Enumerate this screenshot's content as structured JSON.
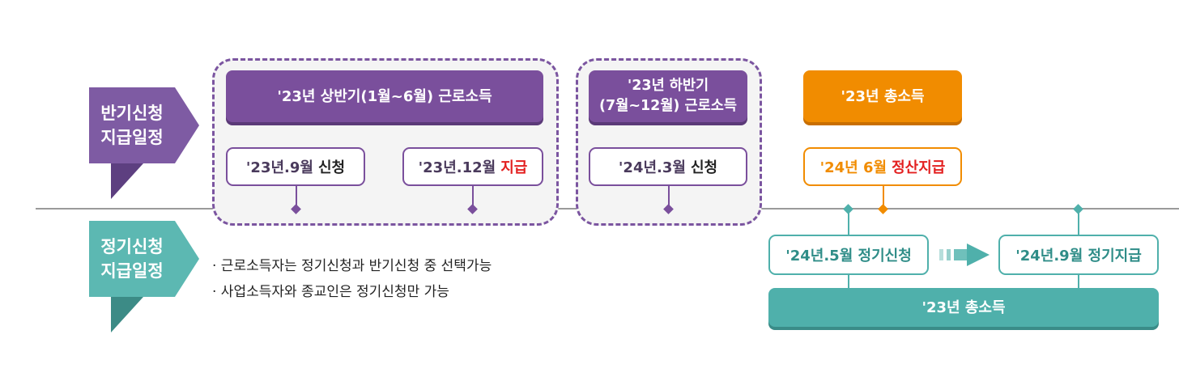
{
  "sections": {
    "half_year": {
      "label_line1": "반기신청",
      "label_line2": "지급일정",
      "color": "#7a4f9c",
      "first_half": {
        "header": "'23년 상반기(1월~6월) 근로소득",
        "apply": {
          "date": "'23년.9월",
          "action": "신청"
        },
        "pay": {
          "date": "'23년.12월",
          "action": "지급"
        }
      },
      "second_half": {
        "header_line1": "'23년 하반기",
        "header_line2": "(7월~12월) 근로소득",
        "apply": {
          "date": "'24년.3월",
          "action": "신청"
        }
      },
      "total": {
        "header": "'23년 총소득",
        "settle": {
          "date": "'24년 6월",
          "action": "정산지급"
        }
      }
    },
    "regular": {
      "label_line1": "정기신청",
      "label_line2": "지급일정",
      "color": "#4fb0ab",
      "notes": [
        "· 근로소득자는 정기신청과 반기신청 중 선택가능",
        "· 사업소득자와 종교인은 정기신청만 가능"
      ],
      "apply": "'24년.5월 정기신청",
      "pay": "'24년.9월 정기지급",
      "footer": "'23년 총소득"
    }
  },
  "colors": {
    "purple": "#7a4f9c",
    "orange": "#f18c00",
    "teal": "#4fb0ab",
    "red": "#e32020"
  }
}
